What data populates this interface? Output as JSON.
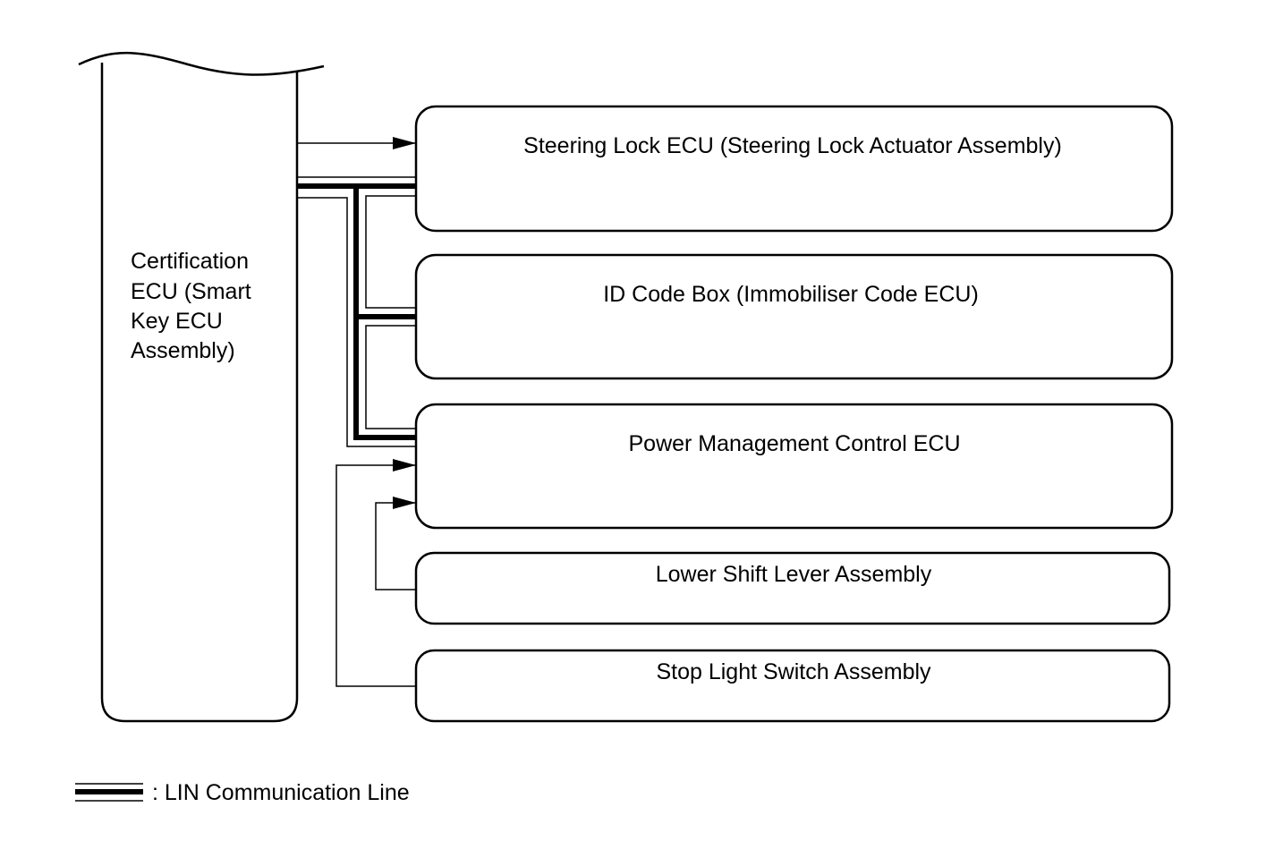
{
  "diagram": {
    "certification_ecu": {
      "lines": [
        "Certification",
        "ECU (Smart",
        "Key ECU",
        "Assembly)"
      ]
    },
    "components": {
      "steering_lock_ecu": "Steering Lock ECU (Steering Lock Actuator Assembly)",
      "id_code_box": "ID Code Box (Immobiliser Code ECU)",
      "power_management_ecu": "Power Management Control ECU",
      "lower_shift_lever": "Lower Shift Lever Assembly",
      "stop_light_switch": "Stop Light Switch Assembly"
    },
    "legend": {
      "lin_line": ": LIN Communication Line"
    }
  }
}
